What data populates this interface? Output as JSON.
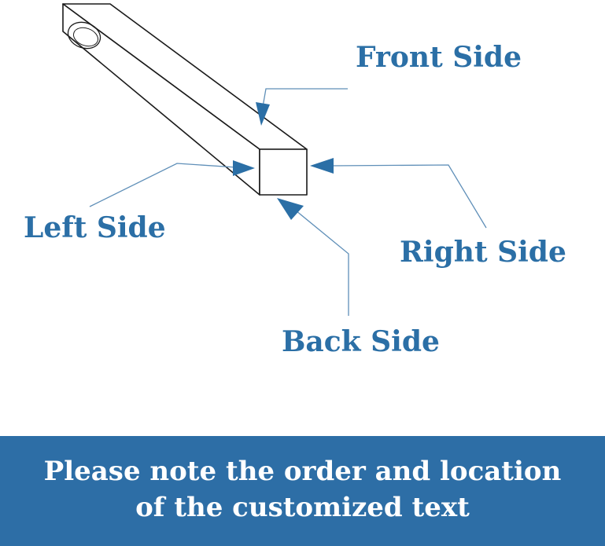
{
  "labels": {
    "front": "Front Side",
    "left": "Left Side",
    "right": "Right Side",
    "back": "Back Side"
  },
  "banner": {
    "line1": "Please note the order and location",
    "line2": "of the customized text"
  },
  "colors": {
    "label": "#2b6fa6",
    "arrow": "#2b6fa6",
    "leader": "#5f8fb8",
    "banner_bg": "#2d6ea6",
    "banner_text": "#ffffff",
    "outline": "#1a1a1a"
  },
  "icons": [
    "bar-drawing",
    "arrow-icon"
  ]
}
